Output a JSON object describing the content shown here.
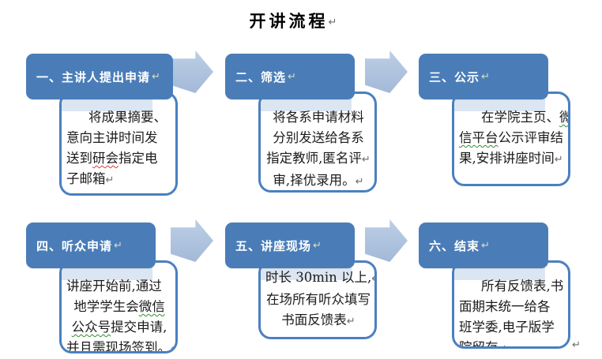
{
  "page": {
    "title": "开讲流程",
    "title_mark": "↵",
    "trailing_mark": "↵"
  },
  "colors": {
    "header_bg": "#4a7db8",
    "header_text": "#ffffff",
    "header_mark": "#d9ddc0",
    "body_border": "#4a80c0",
    "body_text": "#1b1b1b",
    "strip": "#dce6f2",
    "arrow_light": "#bccfe6",
    "arrow_dark": "#a3b9d8",
    "squiggle_red": "#e03b30",
    "squiggle_green": "#2f8f2f",
    "mark": "#6b6b6b",
    "title_color": "#000000"
  },
  "icons": {
    "flow_arrow": "right-block-arrow",
    "arrow_count": 4
  },
  "units": [
    {
      "header": {
        "label": "一、主讲人提出申请",
        "mark": "↵"
      },
      "body": [
        {
          "indent": true,
          "segs": [
            {
              "t": "将成果摘要、"
            }
          ]
        },
        {
          "segs": [
            {
              "t": "意向主讲时间发"
            }
          ]
        },
        {
          "segs": [
            {
              "t": "送到"
            },
            {
              "t": "研会",
              "wavy": "red"
            },
            {
              "t": "指定电"
            }
          ]
        },
        {
          "segs": [
            {
              "t": "子邮箱"
            },
            {
              "t": "↵",
              "mark": true
            }
          ]
        }
      ]
    },
    {
      "header": {
        "label": "二、筛选",
        "mark": "↵"
      },
      "body": [
        {
          "center": true,
          "segs": [
            {
              "t": "将各系申请材料"
            }
          ]
        },
        {
          "center": true,
          "segs": [
            {
              "t": "分别发送给各系"
            }
          ]
        },
        {
          "center": true,
          "segs": [
            {
              "t": "指定教师,匿名评"
            },
            {
              "t": "↵",
              "mark": true
            }
          ]
        },
        {
          "center": true,
          "segs": [
            {
              "t": "审,择优录用。"
            },
            {
              "t": "↵",
              "mark": true
            }
          ]
        }
      ]
    },
    {
      "header": {
        "label": "三、公示",
        "mark": "↵"
      },
      "body": [
        {
          "indent": true,
          "segs": [
            {
              "t": "在学院主页、"
            },
            {
              "t": "微",
              "wavy": "green"
            }
          ]
        },
        {
          "segs": [
            {
              "t": "信平台",
              "wavy": "green"
            },
            {
              "t": "公示评审结"
            }
          ]
        },
        {
          "segs": [
            {
              "t": "果,安排讲座时间"
            },
            {
              "t": "↵",
              "mark": true
            }
          ]
        }
      ]
    },
    {
      "header": {
        "label": "四、听众申请",
        "mark": "↵"
      },
      "body": [
        {
          "segs": [
            {
              "t": "讲座开始前,通过"
            }
          ]
        },
        {
          "center": true,
          "segs": [
            {
              "t": "地学学生会"
            },
            {
              "t": "微信",
              "wavy": "green"
            }
          ]
        },
        {
          "center": true,
          "segs": [
            {
              "t": "公众号",
              "wavy": "green"
            },
            {
              "t": "提交申请,"
            }
          ]
        },
        {
          "segs": [
            {
              "t": "并且需现场签到。"
            },
            {
              "t": "↵",
              "mark": true
            }
          ]
        }
      ]
    },
    {
      "header": {
        "label": "五、讲座现场",
        "mark": "↵"
      },
      "body": [
        {
          "center": true,
          "segs": [
            {
              "t": "时长 30min 以上,"
            },
            {
              "t": "↵",
              "mark": true
            }
          ]
        },
        {
          "center": true,
          "segs": [
            {
              "t": "在场所有听众填写"
            }
          ]
        },
        {
          "center": true,
          "segs": [
            {
              "t": "书面反馈表"
            },
            {
              "t": "↵",
              "mark": true
            }
          ]
        }
      ]
    },
    {
      "header": {
        "label": "六、结束",
        "mark": "↵"
      },
      "body": [
        {
          "indent": true,
          "segs": [
            {
              "t": "所有反馈表,书"
            }
          ]
        },
        {
          "segs": [
            {
              "t": "面期末统一给各"
            }
          ]
        },
        {
          "segs": [
            {
              "t": "班学委,电子版学"
            }
          ]
        },
        {
          "segs": [
            {
              "t": "院留存"
            },
            {
              "t": "↵",
              "mark": true
            }
          ]
        }
      ]
    }
  ]
}
